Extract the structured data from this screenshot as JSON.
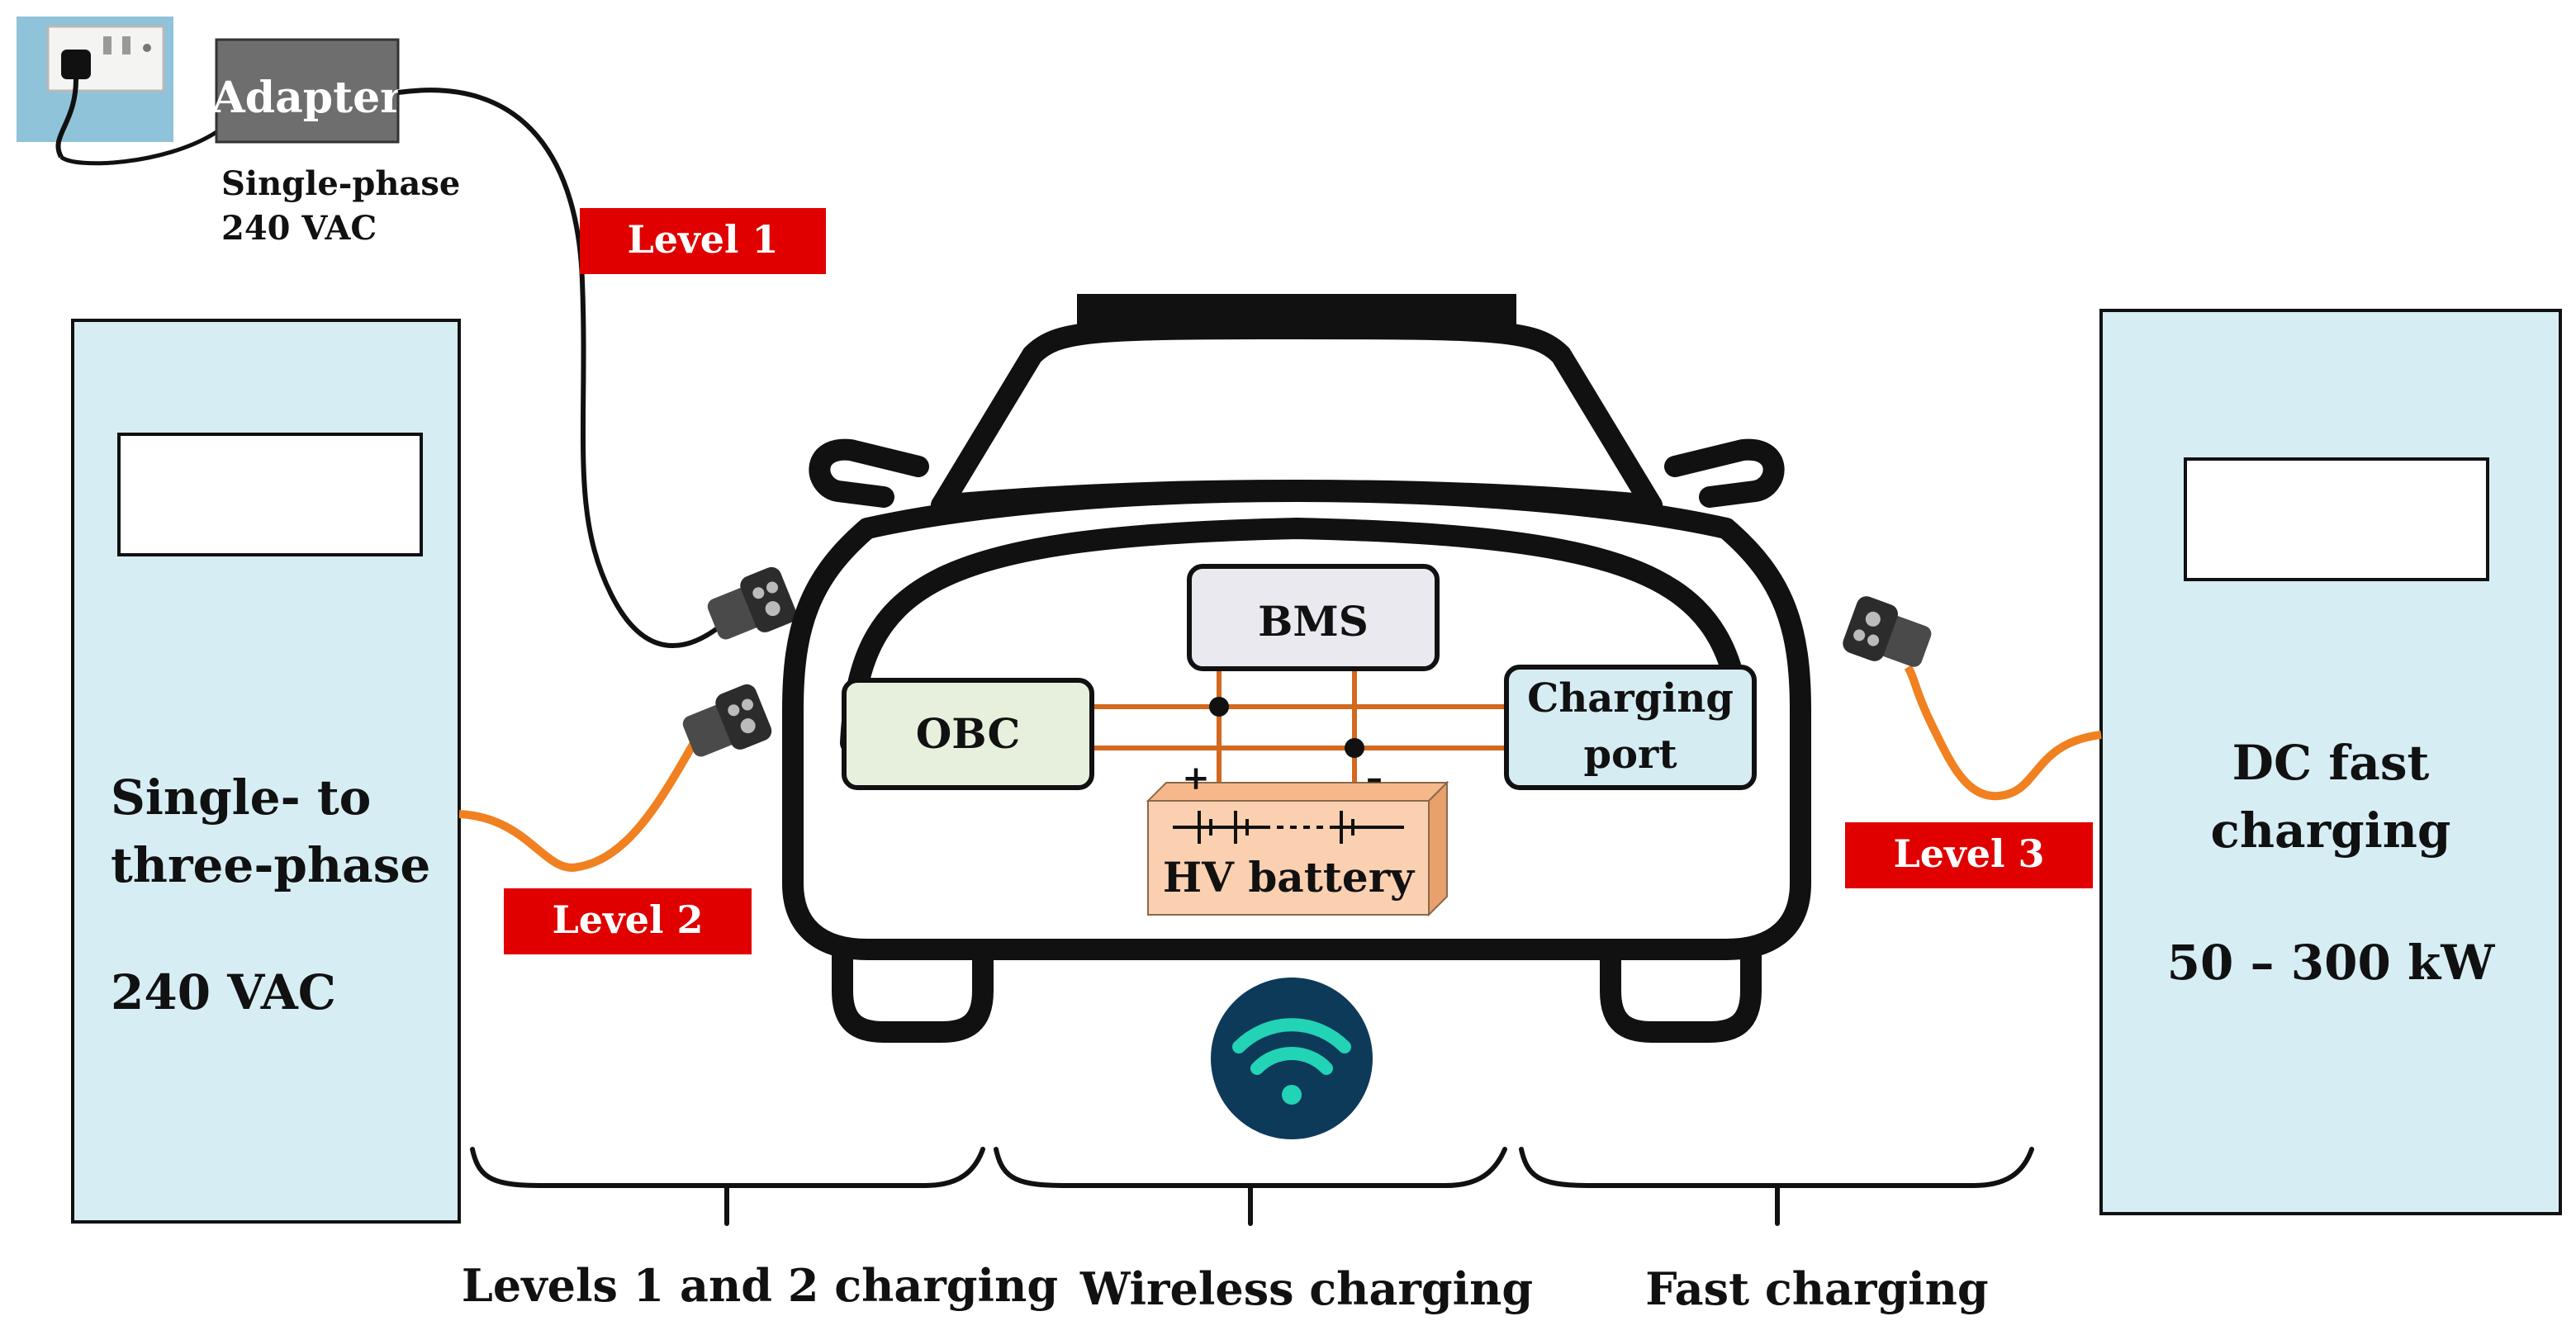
{
  "outlet": {
    "adapter_label": "Adapter",
    "supply_line1": "Single-phase",
    "supply_line2": "240 VAC"
  },
  "levels": {
    "level1": "Level 1",
    "level2": "Level 2",
    "level3": "Level 3"
  },
  "left_station": {
    "line1": "Single- to",
    "line2": "three-phase",
    "line3": "240 VAC"
  },
  "right_station": {
    "line1": "DC fast",
    "line2": "charging",
    "line3": "50 – 300 kW"
  },
  "car": {
    "bms": "BMS",
    "obc": "OBC",
    "port_line1": "Charging",
    "port_line2": "port",
    "battery": "HV battery",
    "plus": "+",
    "minus": "–"
  },
  "sections": {
    "levels_1_2": "Levels 1 and 2 charging",
    "wireless": "Wireless charging",
    "fast": "Fast charging"
  },
  "colors": {
    "station_fill": "#d6edf3",
    "level_tag": "#e00000",
    "obc_fill": "#e6f0dc",
    "bms_fill": "#ebe9f0",
    "port_fill": "#d5ecf2",
    "battery_fill": "#fad0b0",
    "cable_orange": "#f08020",
    "wifi_bg": "#0e3a5a",
    "wifi_wave": "#22d3b5"
  }
}
